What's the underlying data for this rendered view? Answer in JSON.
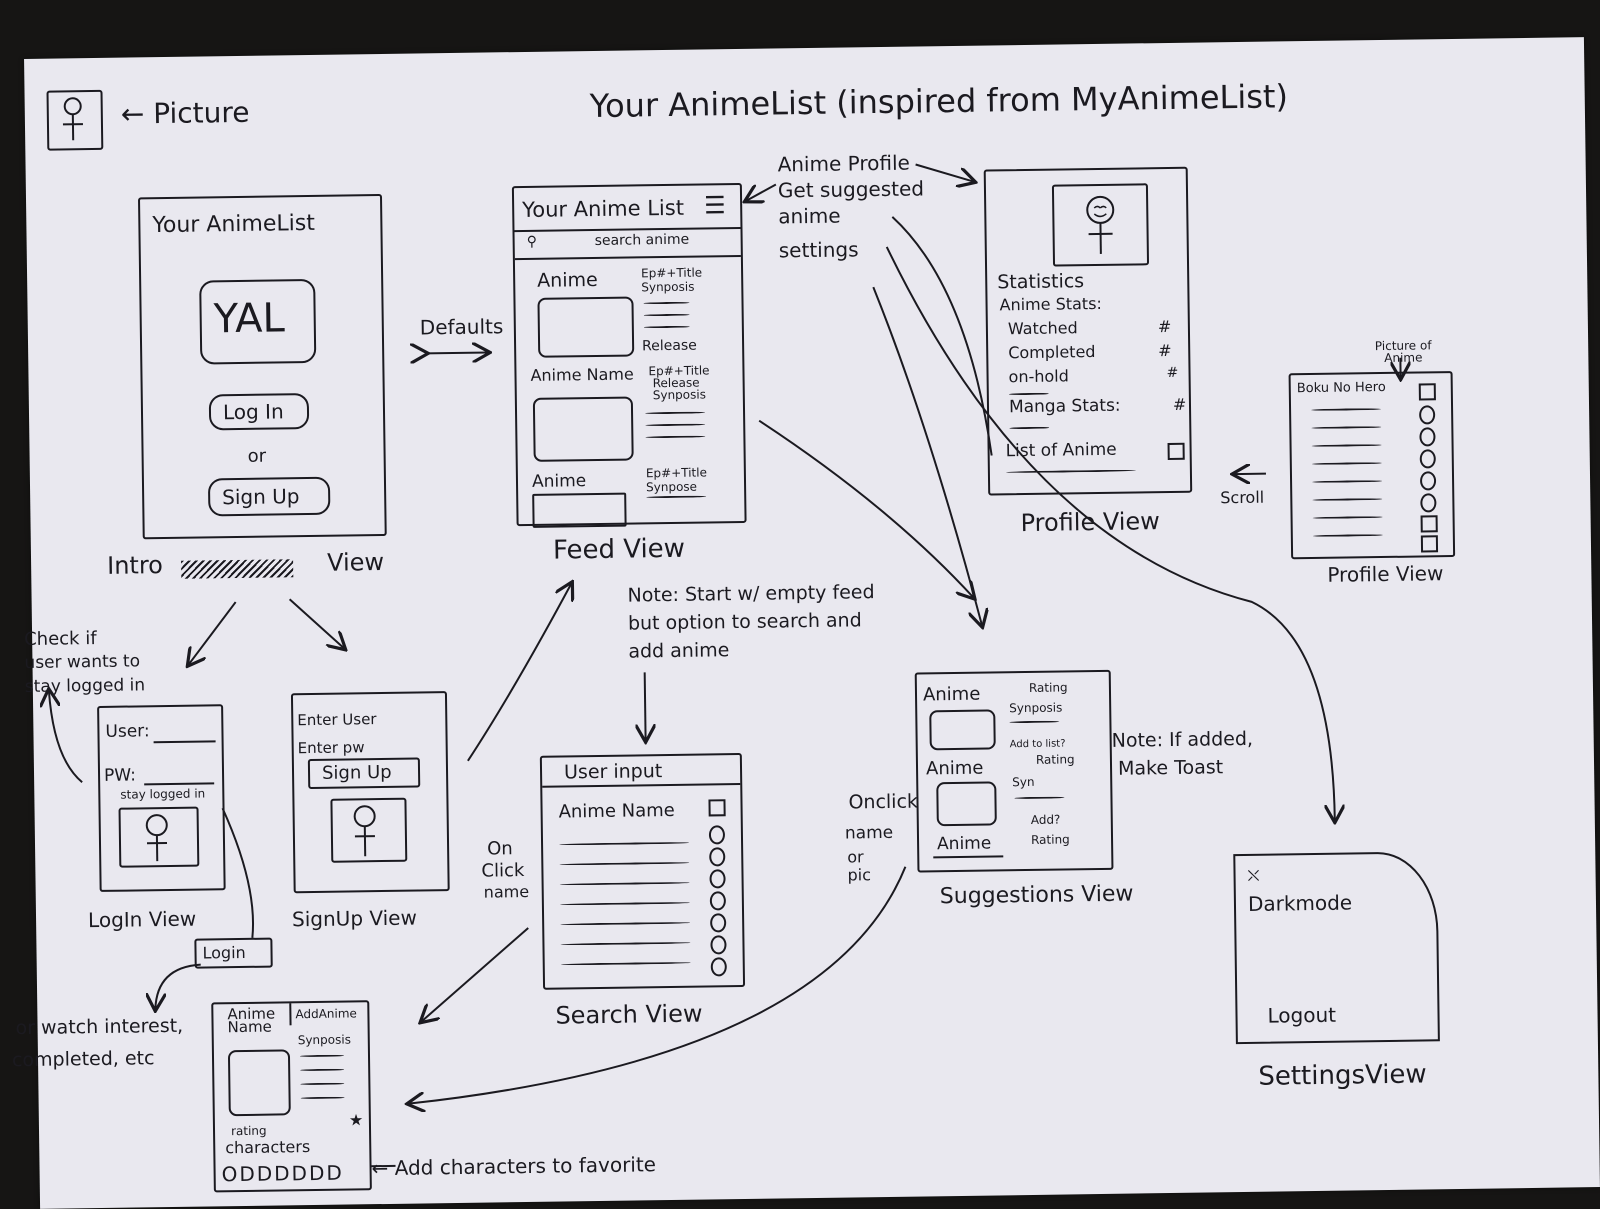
{
  "title": "Your AnimeList (inspired from MyAnimeList)",
  "legend": {
    "picture_label": "← Picture"
  },
  "intro": {
    "app_title": "Your AnimeList",
    "logo_text": "YAL",
    "login_button": "Log In",
    "or_text": "or",
    "signup_button": "Sign Up",
    "caption_left": "Intro",
    "caption_right": "View"
  },
  "defaults_label": "Defaults",
  "feed": {
    "header": "Your Anime List",
    "menu_icon": "☰",
    "search_placeholder": "search anime",
    "items": [
      {
        "name": "Anime",
        "ep_title": "Ep#+Title",
        "meta": "Synposis",
        "extra": "Release"
      },
      {
        "name": "Anime Name",
        "ep_title": "Ep#+Title",
        "meta": "Release",
        "extra": "Synposis"
      },
      {
        "name": "Anime",
        "ep_title": "Ep#+Title",
        "meta": "Synpose",
        "extra": ""
      }
    ],
    "caption": "Feed View",
    "note": [
      "Note: Start w/ empty feed",
      "but option to search and",
      "add anime"
    ]
  },
  "menu_note": [
    "Anime Profile",
    "Get suggested",
    "anime",
    "settings"
  ],
  "profile": {
    "statistics": "Statistics",
    "anime_stats": "Anime Stats:",
    "rows": [
      {
        "label": "Watched",
        "value": "#"
      },
      {
        "label": "Completed",
        "value": "#"
      },
      {
        "label": "on-hold",
        "value": "#"
      }
    ],
    "manga_stats": "Manga Stats:",
    "manga_value": "#",
    "list_label": "List of Anime",
    "caption": "Profile View"
  },
  "profile_scroll": {
    "heading": "Boku No Hero",
    "picture_note": "Picture of Anime",
    "scroll_label": "Scroll",
    "caption": "Profile View"
  },
  "login": {
    "user_label": "User:",
    "pw_label": "PW:",
    "stay_logged": "stay logged in",
    "caption": "LogIn View",
    "button": "Login",
    "check_note": [
      "Check if",
      "user wants to",
      "stay logged in"
    ]
  },
  "signup": {
    "enter_user": "Enter User",
    "enter_pw": "Enter pw",
    "button": "Sign Up",
    "caption": "SignUp View"
  },
  "search": {
    "input": "User input",
    "item": "Anime Name",
    "caption": "Search View",
    "onclick_note": [
      "On",
      "Click",
      "name"
    ]
  },
  "suggestions": {
    "items": [
      {
        "name": "Anime",
        "right1": "Rating",
        "right2": "Synposis"
      },
      {
        "name": "Anime",
        "right1": "Add to list?",
        "right2": "Rating"
      },
      {
        "name": "Anime",
        "right1": "Add?",
        "right2": "Rating"
      }
    ],
    "syn_short": "Syn",
    "note": [
      "Note: If added,",
      "Make Toast"
    ],
    "onclick_note": [
      "Onclick",
      "name",
      "or",
      "pic"
    ],
    "caption": "Suggestions View"
  },
  "settings": {
    "darkmode": "Darkmode",
    "logout": "Logout",
    "caption": "SettingsView"
  },
  "anime_detail": {
    "name": "Anime Name",
    "add_anime": "AddAnime",
    "synposis": "Synposis",
    "rating": "rating",
    "characters": "characters",
    "star": "★",
    "circles": "ODDDDDD",
    "fav_note": "← Add characters to favorite",
    "watch_note": [
      "or watch interest,",
      "completed, etc"
    ]
  }
}
